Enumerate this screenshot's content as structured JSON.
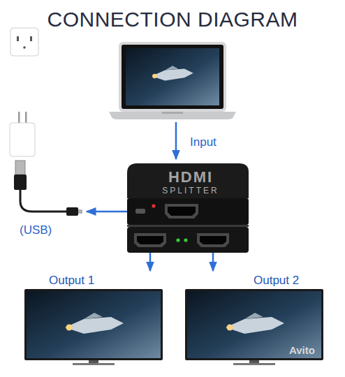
{
  "diagram": {
    "title": "CONNECTION DIAGRAM",
    "nodes": [
      {
        "text": [
          "HDMI",
          "SPLITTER"
        ]
      },
      {
        "text": [
          "Output 1"
        ]
      },
      {
        "text": [
          "Output 2"
        ]
      }
    ],
    "edges": [
      {
        "from": 0,
        "to": 1,
        "arrow": "to"
      },
      {
        "from": 0,
        "to": 2,
        "arrow": "to"
      }
    ],
    "labels": [
      "Input",
      "(USB)",
      "Avito"
    ]
  }
}
